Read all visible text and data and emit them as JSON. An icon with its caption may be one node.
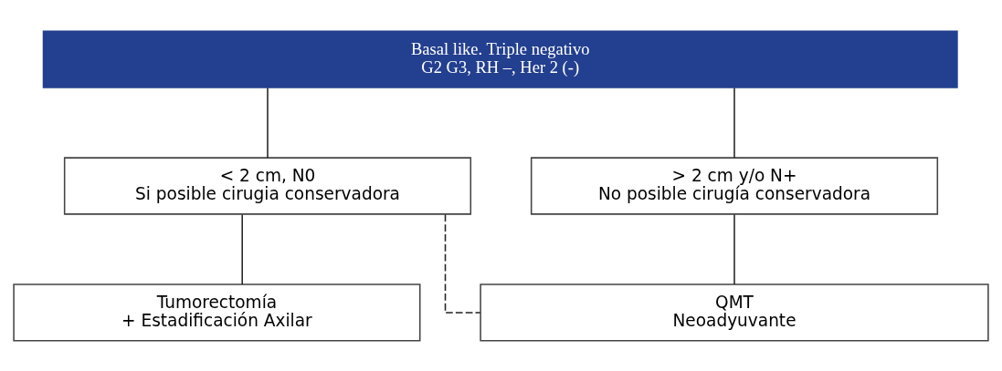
{
  "diagram": {
    "nodes": [
      {
        "text": [
          "Basal like. Triple negativo",
          "G2 G3, RH –, Her 2 (-)"
        ]
      },
      {
        "text": [
          "< 2 cm, N0",
          "Si posible cirugia conservadora"
        ]
      },
      {
        "text": [
          "> 2 cm y/o N+",
          "No posible cirugía conservadora"
        ]
      },
      {
        "text": [
          "Tumorectomía",
          "+ Estadificación Axilar"
        ]
      },
      {
        "text": [
          "QMT",
          "Neoadyuvante"
        ]
      }
    ],
    "edges": [
      {
        "from": 0,
        "to": 1,
        "arrow": "none"
      },
      {
        "from": 0,
        "to": 2,
        "arrow": "none"
      },
      {
        "from": 1,
        "to": 3,
        "arrow": "none"
      },
      {
        "from": 1,
        "to": 4,
        "arrow": "none",
        "style": "dashed"
      },
      {
        "from": 2,
        "to": 4,
        "arrow": "none"
      }
    ]
  }
}
